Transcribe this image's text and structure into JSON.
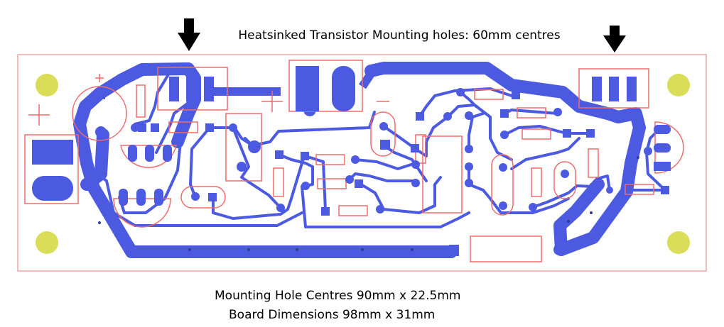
{
  "title": "Heatsinked Transistor Mounting holes: 60mm centres",
  "notes": {
    "mounting_holes": "Mounting Hole Centres 90mm x 22.5mm",
    "board": "Board Dimensions 98mm x 31mm"
  },
  "markings": {
    "plus": "+",
    "minus": "−"
  },
  "colors": {
    "copper": "#4b5ae0",
    "silkscreen": "#f06b6b",
    "mounting_hole": "#d9dd58",
    "board_outline": "#f2a3a3",
    "arrow": "#000000"
  },
  "icons": [
    "down-arrow-icon"
  ]
}
